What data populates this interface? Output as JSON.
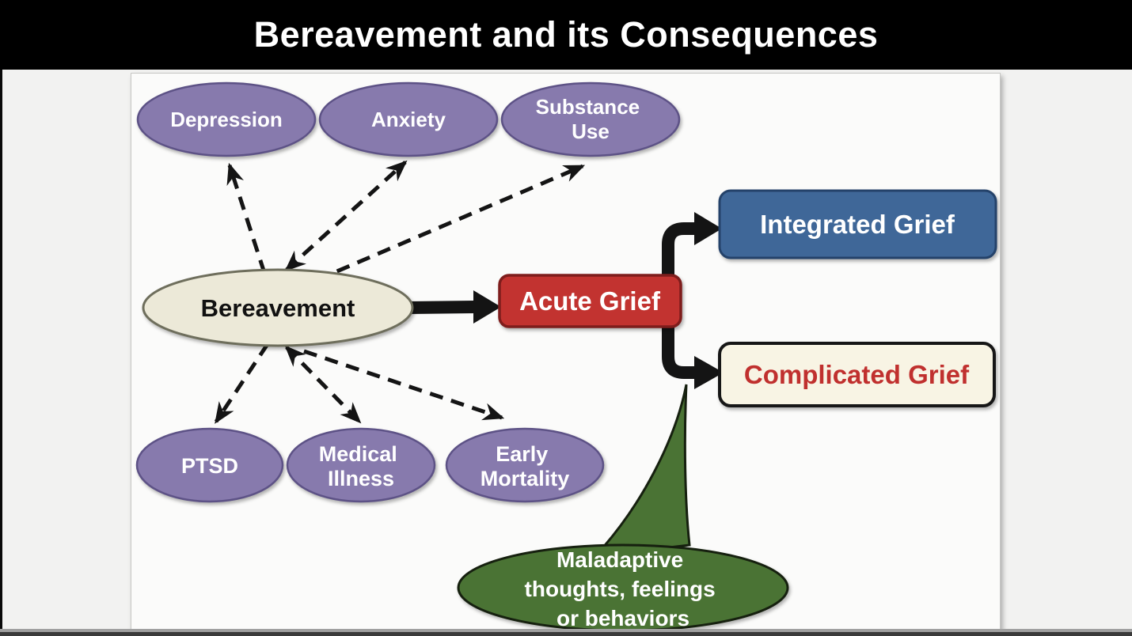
{
  "title": "Bereavement and its Consequences",
  "diagram": {
    "nodes": {
      "depression": {
        "label": "Depression"
      },
      "anxiety": {
        "label": "Anxiety"
      },
      "substance_use": {
        "lines": [
          "Substance",
          "Use"
        ]
      },
      "bereavement": {
        "label": "Bereavement"
      },
      "acute_grief": {
        "label": "Acute Grief"
      },
      "integrated_grief": {
        "label": "Integrated Grief"
      },
      "complicated_grief": {
        "label": "Complicated Grief"
      },
      "ptsd": {
        "label": "PTSD"
      },
      "medical_illness": {
        "lines": [
          "Medical",
          "Illness"
        ]
      },
      "early_mortality": {
        "lines": [
          "Early",
          "Mortality"
        ]
      },
      "maladaptive_callout": {
        "lines": [
          "Maladaptive",
          "thoughts, feelings",
          "or behaviors"
        ]
      }
    },
    "edges": [
      {
        "from": "bereavement",
        "to": "depression",
        "style": "dashed-arrow"
      },
      {
        "from": "bereavement",
        "to": "anxiety",
        "style": "dashed-arrow-double"
      },
      {
        "from": "bereavement",
        "to": "substance_use",
        "style": "dashed-arrow"
      },
      {
        "from": "bereavement",
        "to": "ptsd",
        "style": "dashed-arrow"
      },
      {
        "from": "bereavement",
        "to": "medical_illness",
        "style": "dashed-arrow-double"
      },
      {
        "from": "bereavement",
        "to": "early_mortality",
        "style": "dashed-arrow"
      },
      {
        "from": "bereavement",
        "to": "acute_grief",
        "style": "thick-arrow"
      },
      {
        "from": "acute_grief",
        "to": "integrated_grief",
        "style": "thick-elbow-arrow"
      },
      {
        "from": "acute_grief",
        "to": "complicated_grief",
        "style": "thick-elbow-arrow"
      },
      {
        "from": "maladaptive_callout",
        "to": "complicated_grief",
        "style": "callout-pointer"
      }
    ],
    "colors": {
      "purple_fill": "#877aad",
      "bereavement_fill": "#ece9d8",
      "acute_fill": "#c23330",
      "integrated_fill": "#3f6798",
      "complicated_fill": "#f8f4e4",
      "complicated_text": "#c0302e",
      "green_fill": "#4a7334",
      "white_text": "#ffffff",
      "black_text": "#111111"
    }
  }
}
